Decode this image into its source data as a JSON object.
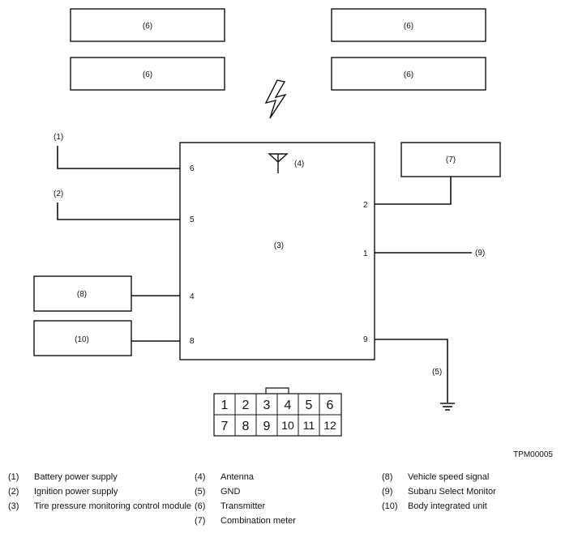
{
  "labels": {
    "transmitter": "(6)",
    "antenna": "(4)",
    "module": "(3)",
    "combination_meter": "(7)",
    "subaru_select_monitor": "(9)",
    "gnd": "(5)",
    "battery": "(1)",
    "ignition": "(2)",
    "vehicle_speed": "(8)",
    "body_unit": "(10)"
  },
  "pins": {
    "p6": "6",
    "p5": "5",
    "p4": "4",
    "p8": "8",
    "p2": "2",
    "p1": "1",
    "p9": "9"
  },
  "connector": {
    "top_row": [
      "1",
      "2",
      "3",
      "4",
      "5",
      "6"
    ],
    "bottom_row": [
      "7",
      "8",
      "9",
      "10",
      "11",
      "12"
    ]
  },
  "figure_code": "TPM00005",
  "legend": [
    {
      "num": "(1)",
      "text": "Battery power supply"
    },
    {
      "num": "(2)",
      "text": "Ignition power supply"
    },
    {
      "num": "(3)",
      "text": "Tire pressure monitoring control module"
    },
    {
      "num": "(4)",
      "text": "Antenna"
    },
    {
      "num": "(5)",
      "text": "GND"
    },
    {
      "num": "(6)",
      "text": "Transmitter"
    },
    {
      "num": "(7)",
      "text": "Combination meter"
    },
    {
      "num": "(8)",
      "text": "Vehicle speed signal"
    },
    {
      "num": "(9)",
      "text": "Subaru Select Monitor"
    },
    {
      "num": "(10)",
      "text": "Body integrated unit"
    }
  ]
}
